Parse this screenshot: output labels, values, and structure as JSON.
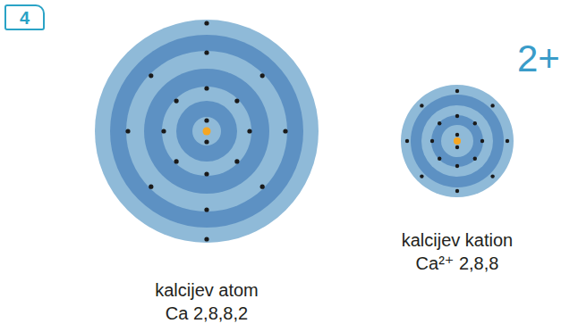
{
  "diagram": {
    "nodes": [
      {
        "text": [
          "4"
        ]
      },
      {
        "text": [
          "kalcijev atom",
          "Ca 2,8,8,2"
        ]
      },
      {
        "text": [
          "kalcijev kation",
          "Ca²⁺ 2,8,8"
        ]
      }
    ],
    "labels": [
      "2+"
    ]
  }
}
